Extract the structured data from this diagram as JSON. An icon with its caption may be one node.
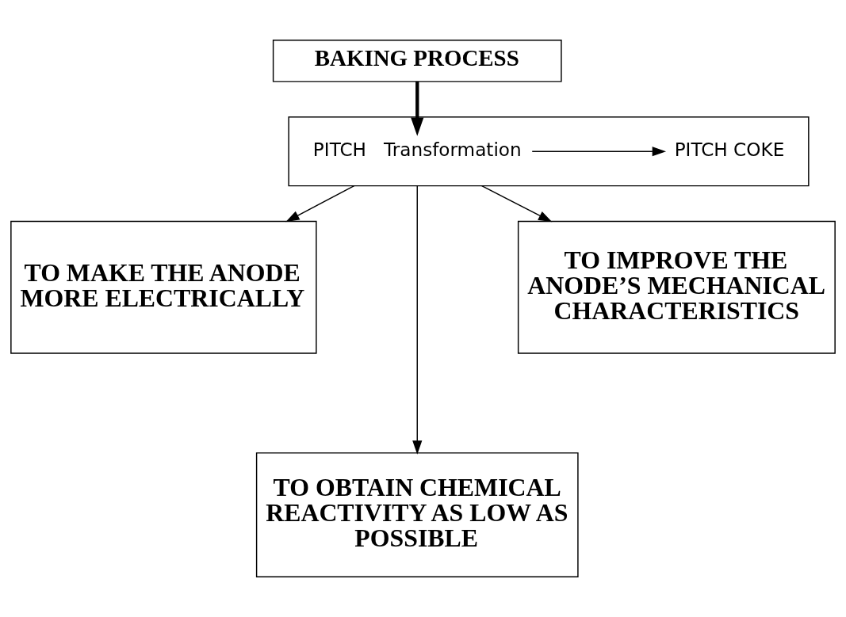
{
  "diagram": {
    "nodes": [
      {
        "text": [
          "BAKING PROCESS"
        ]
      },
      {
        "text": [],
        "shape": "box"
      },
      {
        "text": [
          "PITCH   Transformation"
        ],
        "in": 1
      },
      {
        "text": [
          "PITCH COKE"
        ],
        "in": 1
      },
      {
        "text": [
          "TO MAKE THE ANODE MORE ELECTRICALLY"
        ]
      },
      {
        "text": [
          "TO IMPROVE THE ANODE’S MECHANICAL CHARACTERISTICS"
        ]
      },
      {
        "text": [
          "TO OBTAIN CHEMICAL REACTIVITY AS LOW AS POSSIBLE"
        ]
      }
    ],
    "edges": [
      {
        "from": 0,
        "to": 2,
        "arrow": "to",
        "style": "thick"
      },
      {
        "from": 2,
        "to": 3,
        "arrow": "to"
      },
      {
        "from": 1,
        "to": 4,
        "arrow": "to"
      },
      {
        "from": 1,
        "to": 5,
        "arrow": "to"
      },
      {
        "from": 1,
        "to": 6,
        "arrow": "to"
      }
    ]
  }
}
